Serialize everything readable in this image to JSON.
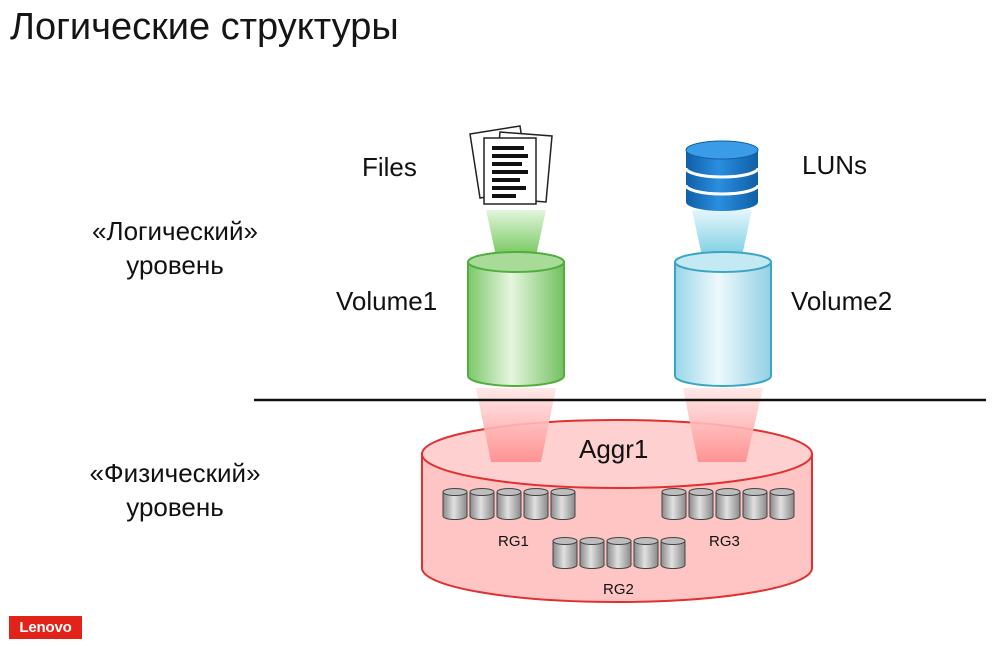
{
  "title": "Логические структуры",
  "levels": {
    "logical": [
      "«Логический»",
      "уровень"
    ],
    "physical": [
      "«Физический»",
      "уровень"
    ]
  },
  "nodes": {
    "files": "Files",
    "luns": "LUNs",
    "volume1": "Volume1",
    "volume2": "Volume2",
    "aggregate": "Aggr1",
    "rg1": "RG1",
    "rg2": "RG2",
    "rg3": "RG3"
  },
  "logo": "Lenovo",
  "colors": {
    "volume1": "#8fd07c",
    "volume2": "#aee0ee",
    "aggregate": "#ffb3b3",
    "aggregate_border": "#e03030",
    "luns_icon": "#1a78c8",
    "logo_bg": "#e2231a"
  }
}
